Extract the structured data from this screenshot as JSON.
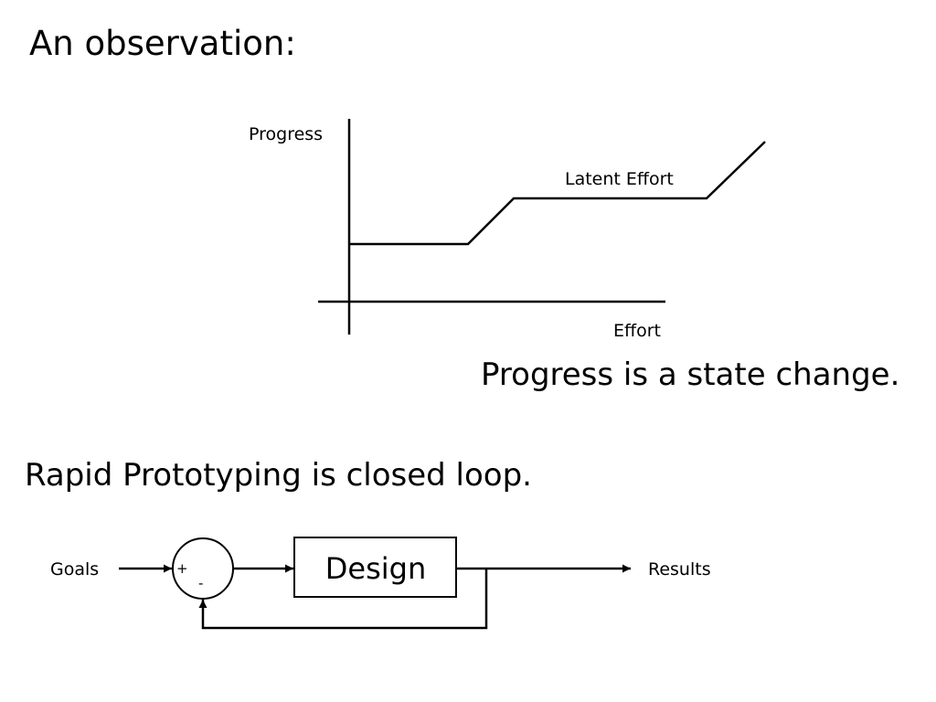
{
  "slide": {
    "title": "An observation:",
    "progress_caption": "Progress is a state change.",
    "loop_caption": "Rapid Prototyping is closed loop."
  },
  "progress_chart": {
    "y_axis_label": "Progress",
    "x_axis_label": "Effort",
    "annotation": "Latent Effort"
  },
  "loop_diagram": {
    "input_label": "Goals",
    "block_label": "Design",
    "output_label": "Results",
    "plus_sign": "+",
    "minus_sign": "-"
  }
}
